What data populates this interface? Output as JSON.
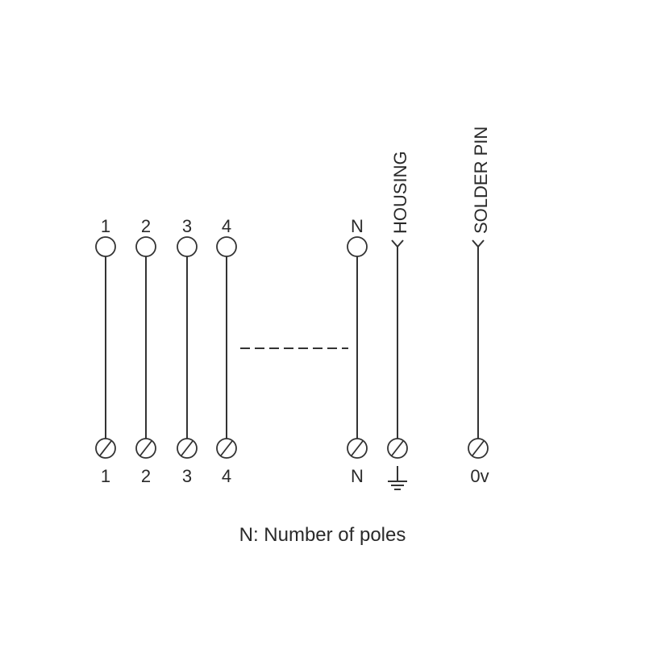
{
  "pins": [
    {
      "top": "1",
      "bottom": "1"
    },
    {
      "top": "2",
      "bottom": "2"
    },
    {
      "top": "3",
      "bottom": "3"
    },
    {
      "top": "4",
      "bottom": "4"
    },
    {
      "top": "N",
      "bottom": "N"
    }
  ],
  "housing_label": "HOUSING",
  "solder_pin_label": "SOLDER PIN",
  "zero_volt_label": "0v",
  "ground_icon": "ground-symbol-icon",
  "note": "N: Number of poles"
}
